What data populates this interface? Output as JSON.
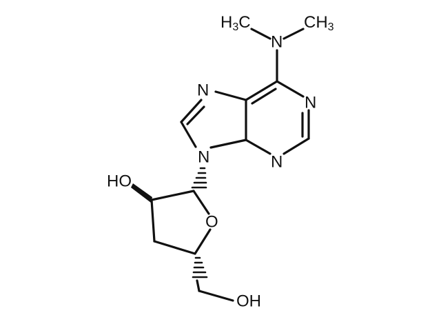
{
  "molecule": {
    "atoms": [
      {
        "id": "me_left",
        "text": "H",
        "sub": "3",
        "tail": "C"
      },
      {
        "id": "me_right",
        "text": "CH",
        "sub": "3"
      },
      {
        "id": "n_dimethyl",
        "text": "N"
      },
      {
        "id": "n7",
        "text": "N"
      },
      {
        "id": "n1",
        "text": "N"
      },
      {
        "id": "n9",
        "text": "N"
      },
      {
        "id": "n3",
        "text": "N"
      },
      {
        "id": "ho_ring",
        "text": "HO"
      },
      {
        "id": "o_ring",
        "text": "O"
      },
      {
        "id": "oh_tail",
        "text": "OH"
      }
    ]
  }
}
